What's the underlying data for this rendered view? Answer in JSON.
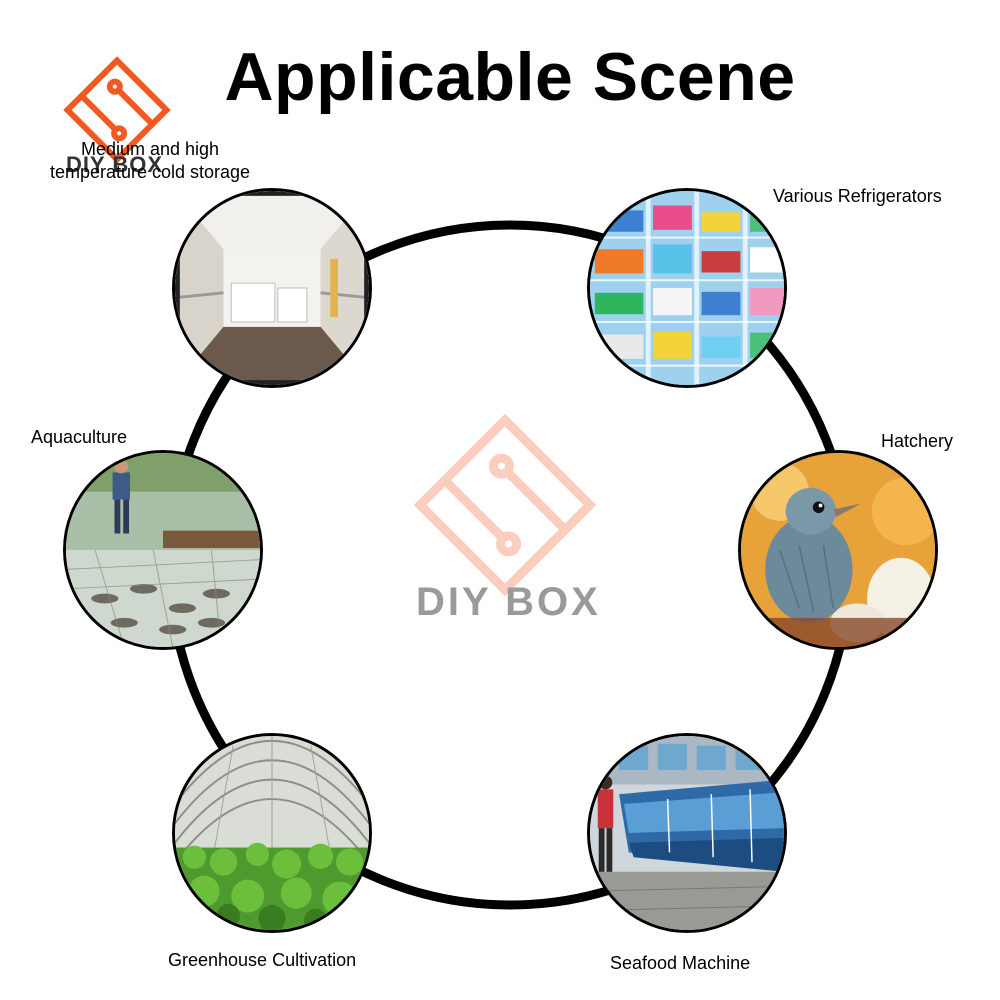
{
  "title": "Applicable Scene",
  "brand": {
    "name": "DIY BOX",
    "accent_color": "#f05a22",
    "watermark_color": "#f7a58a"
  },
  "scenes": [
    {
      "label_line1": "Medium and high",
      "label_line2": "temperature cold storage",
      "icon": "cold-storage-truck-photo"
    },
    {
      "label": "Various Refrigerators",
      "icon": "refrigerator-display-photo"
    },
    {
      "label": "Aquaculture",
      "icon": "fish-net-photo"
    },
    {
      "label": "Hatchery",
      "icon": "chick-photo"
    },
    {
      "label": "Greenhouse Cultivation",
      "icon": "greenhouse-photo"
    },
    {
      "label": "Seafood Machine",
      "icon": "seafood-tank-photo"
    }
  ]
}
